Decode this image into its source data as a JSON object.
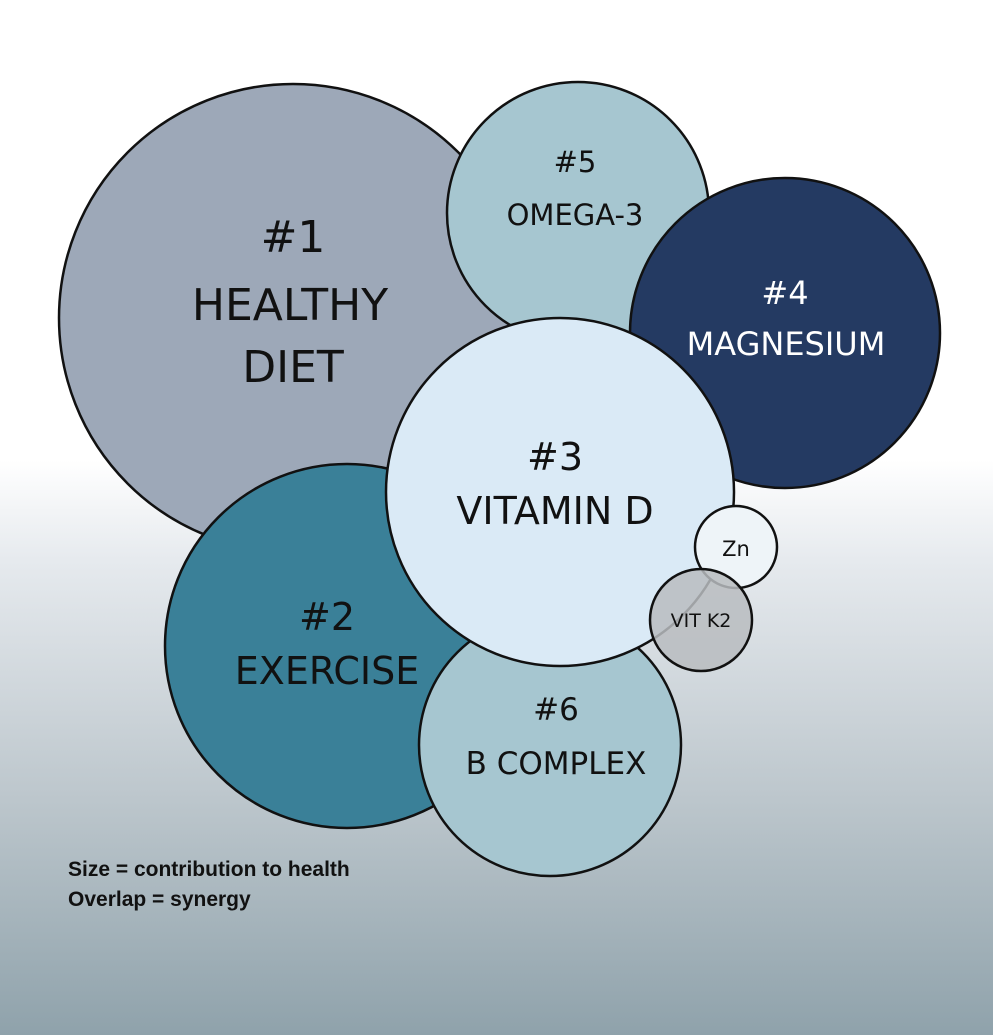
{
  "bubbles": {
    "diet": {
      "rank": "#1",
      "line1": "HEALTHY",
      "line2": "DIET",
      "color": "#9da8b8"
    },
    "exercise": {
      "rank": "#2",
      "label": "EXERCISE",
      "color": "#3a8098"
    },
    "vitamin_d": {
      "rank": "#3",
      "label": "VITAMIN D",
      "color": "#daeaf6"
    },
    "magnesium": {
      "rank": "#4",
      "label": "MAGNESIUM",
      "color": "#243a62"
    },
    "omega3": {
      "rank": "#5",
      "label": "OMEGA-3",
      "color": "#a6c6d0"
    },
    "b_complex": {
      "rank": "#6",
      "label": "B COMPLEX",
      "color": "#a6c6d0"
    },
    "zinc": {
      "label": "Zn",
      "color": "#eef4f8"
    },
    "vit_k2": {
      "label": "VIT K2",
      "color": "#b8bcc0"
    }
  },
  "legend": {
    "line1": "Size = contribution to health",
    "line2": "Overlap = synergy"
  }
}
